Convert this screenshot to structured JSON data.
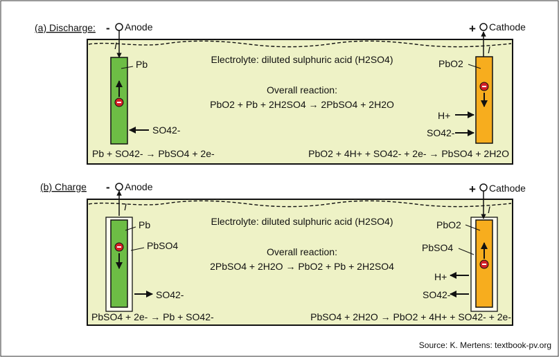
{
  "discharge": {
    "heading": "(a) Discharge:",
    "anode_sign": "-",
    "anode_label": "Anode",
    "cathode_sign": "+",
    "cathode_label": "Cathode",
    "current_symbol": "I",
    "electrolyte_label": "Electrolyte: diluted sulphuric acid (H2SO4)",
    "overall_title": "Overall reaction:",
    "overall_equation": "PbO2 + Pb + 2H2SO4 → 2PbSO4 + 2H2O",
    "anode_electrode": "Pb",
    "cathode_electrode": "PbO2",
    "ion_h": "H+",
    "ion_so4_left": "SO42-",
    "ion_so4_right": "SO42-",
    "anode_half_reaction": "Pb + SO42- → PbSO4 + 2e-",
    "cathode_half_reaction": "PbO2 + 4H+ + SO42- + 2e- → PbSO4 + 2H2O"
  },
  "charge": {
    "heading": "(b) Charge",
    "anode_sign": "-",
    "anode_label": "Anode",
    "cathode_sign": "+",
    "cathode_label": "Cathode",
    "current_symbol": "I",
    "electrolyte_label": "Electrolyte: diluted sulphuric acid (H2SO4)",
    "overall_title": "Overall reaction:",
    "overall_equation": "2PbSO4 + 2H2O → PbO2 + Pb + 2H2SO4",
    "anode_electrode": "Pb",
    "anode_coating": "PbSO4",
    "cathode_electrode": "PbO2",
    "cathode_coating": "PbSO4",
    "ion_h": "H+",
    "ion_so4_left": "SO42-",
    "ion_so4_right": "SO42-",
    "anode_half_reaction": "PbSO4 + 2e- → Pb + SO42-",
    "cathode_half_reaction": "PbSO4 + 2H2O → PbO2 + 4H+ + SO42- + 2e-"
  },
  "source": "Source: K. Mertens: textbook-pv.org",
  "colors": {
    "electrolyte": "#eef2c6",
    "anode": "#6dbd45",
    "cathode": "#f7ad1e",
    "electron": "#d32027"
  }
}
